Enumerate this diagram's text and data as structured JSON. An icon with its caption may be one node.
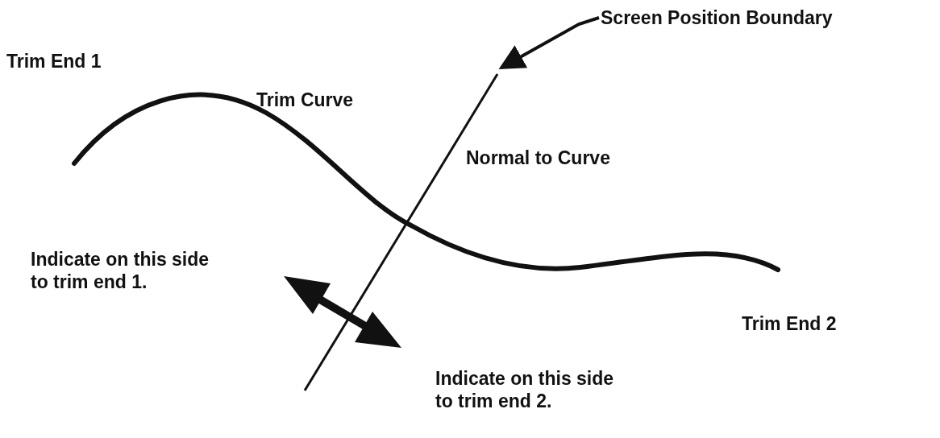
{
  "diagram": {
    "nodes": [
      {
        "text": [
          "Screen Position Boundary"
        ]
      },
      {
        "text": [],
        "shape": "line"
      }
    ],
    "edges": [
      {
        "from": 0,
        "to": 1,
        "arrow": "to"
      }
    ],
    "labels": [
      "Trim End 1",
      "Trim Curve",
      "Normal to Curve",
      "Indicate on this side to trim end 1.",
      "Trim End 2",
      "Indicate on this side to trim end 2."
    ]
  }
}
